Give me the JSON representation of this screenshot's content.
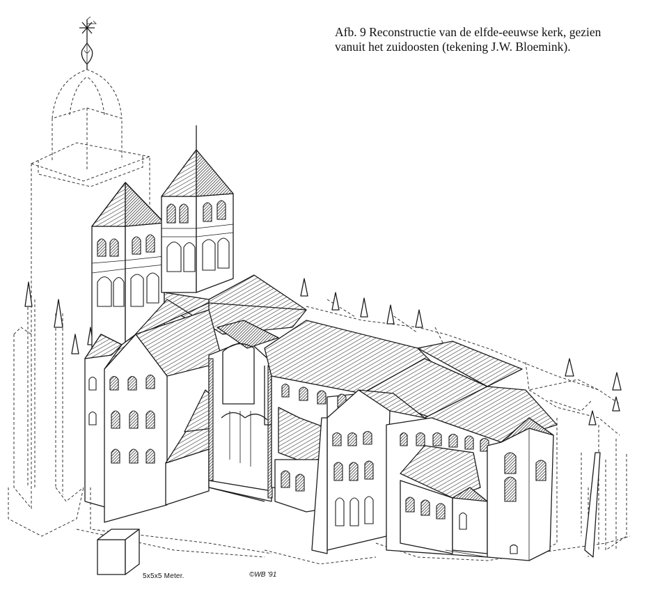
{
  "caption": {
    "line1": "Afb. 9  Reconstructie van de elfde-eeuwse kerk, gezien",
    "line2": "vanuit het zuidoosten (tekening J.W. Bloemink)."
  },
  "scale": {
    "label": "5x5x5 Meter."
  },
  "signature": {
    "text": "©WB '91"
  },
  "illustration": {
    "subject": "church-reconstruction-drawing",
    "style": "line-drawing"
  }
}
